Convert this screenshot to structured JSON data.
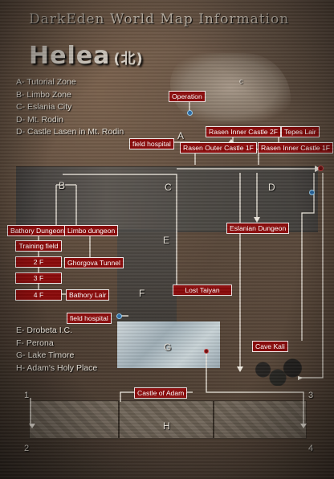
{
  "title": "DarkEden World Map Information",
  "region": {
    "name": "Helea",
    "hanja": "(北)"
  },
  "legend_top": [
    "A- Tutorial Zone",
    "B- Limbo Zone",
    "C- Eslania City",
    "D- Mt. Rodin",
    "D- Castle Lasen in Mt. Rodin"
  ],
  "legend_bottom": [
    "E- Drobeta I.C.",
    "F- Perona",
    "G- Lake Timore",
    "H- Adam's Holy Place"
  ],
  "zone_letters": {
    "a": "A",
    "b": "B",
    "c": "C",
    "c_small": "c",
    "d": "D",
    "e": "E",
    "f": "F",
    "g": "G",
    "h": "H"
  },
  "corner_numbers": {
    "n1": "1",
    "n2": "2",
    "n3": "3",
    "n4": "4"
  },
  "labels": {
    "operation": "Operation",
    "rasen_inner_2f": "Rasen Inner Castle 2F",
    "tepes_lair": "Tepes Lair",
    "field_hospital_top": "field hospital",
    "rasen_outer_1f": "Rasen Outer Castle 1F",
    "rasen_inner_1f": "Rasen Inner Castle 1F",
    "bathory_dungeon": "Bathory Dungeon",
    "limbo_dungeon": "Limbo dungeon",
    "eslanian_dungeon": "Eslanian Dungeon",
    "training_field": "Training field",
    "ghorgova_tunnel": "Ghorgova Tunnel",
    "floor_2f": "2 F",
    "floor_3f": "3 F",
    "floor_4f": "4 F",
    "bathory_lair": "Bathory Lair",
    "lost_taiyan": "Lost Taiyan",
    "field_hospital_mid": "field hospital",
    "cave_kali": "Cave Kali",
    "castle_of_adam": "Castle of Adam"
  },
  "colors": {
    "label_bg": "#8b0b0b",
    "label_border": "#f2e7e7",
    "connector": "#f0eae0",
    "portal": "#2a6aa6"
  }
}
